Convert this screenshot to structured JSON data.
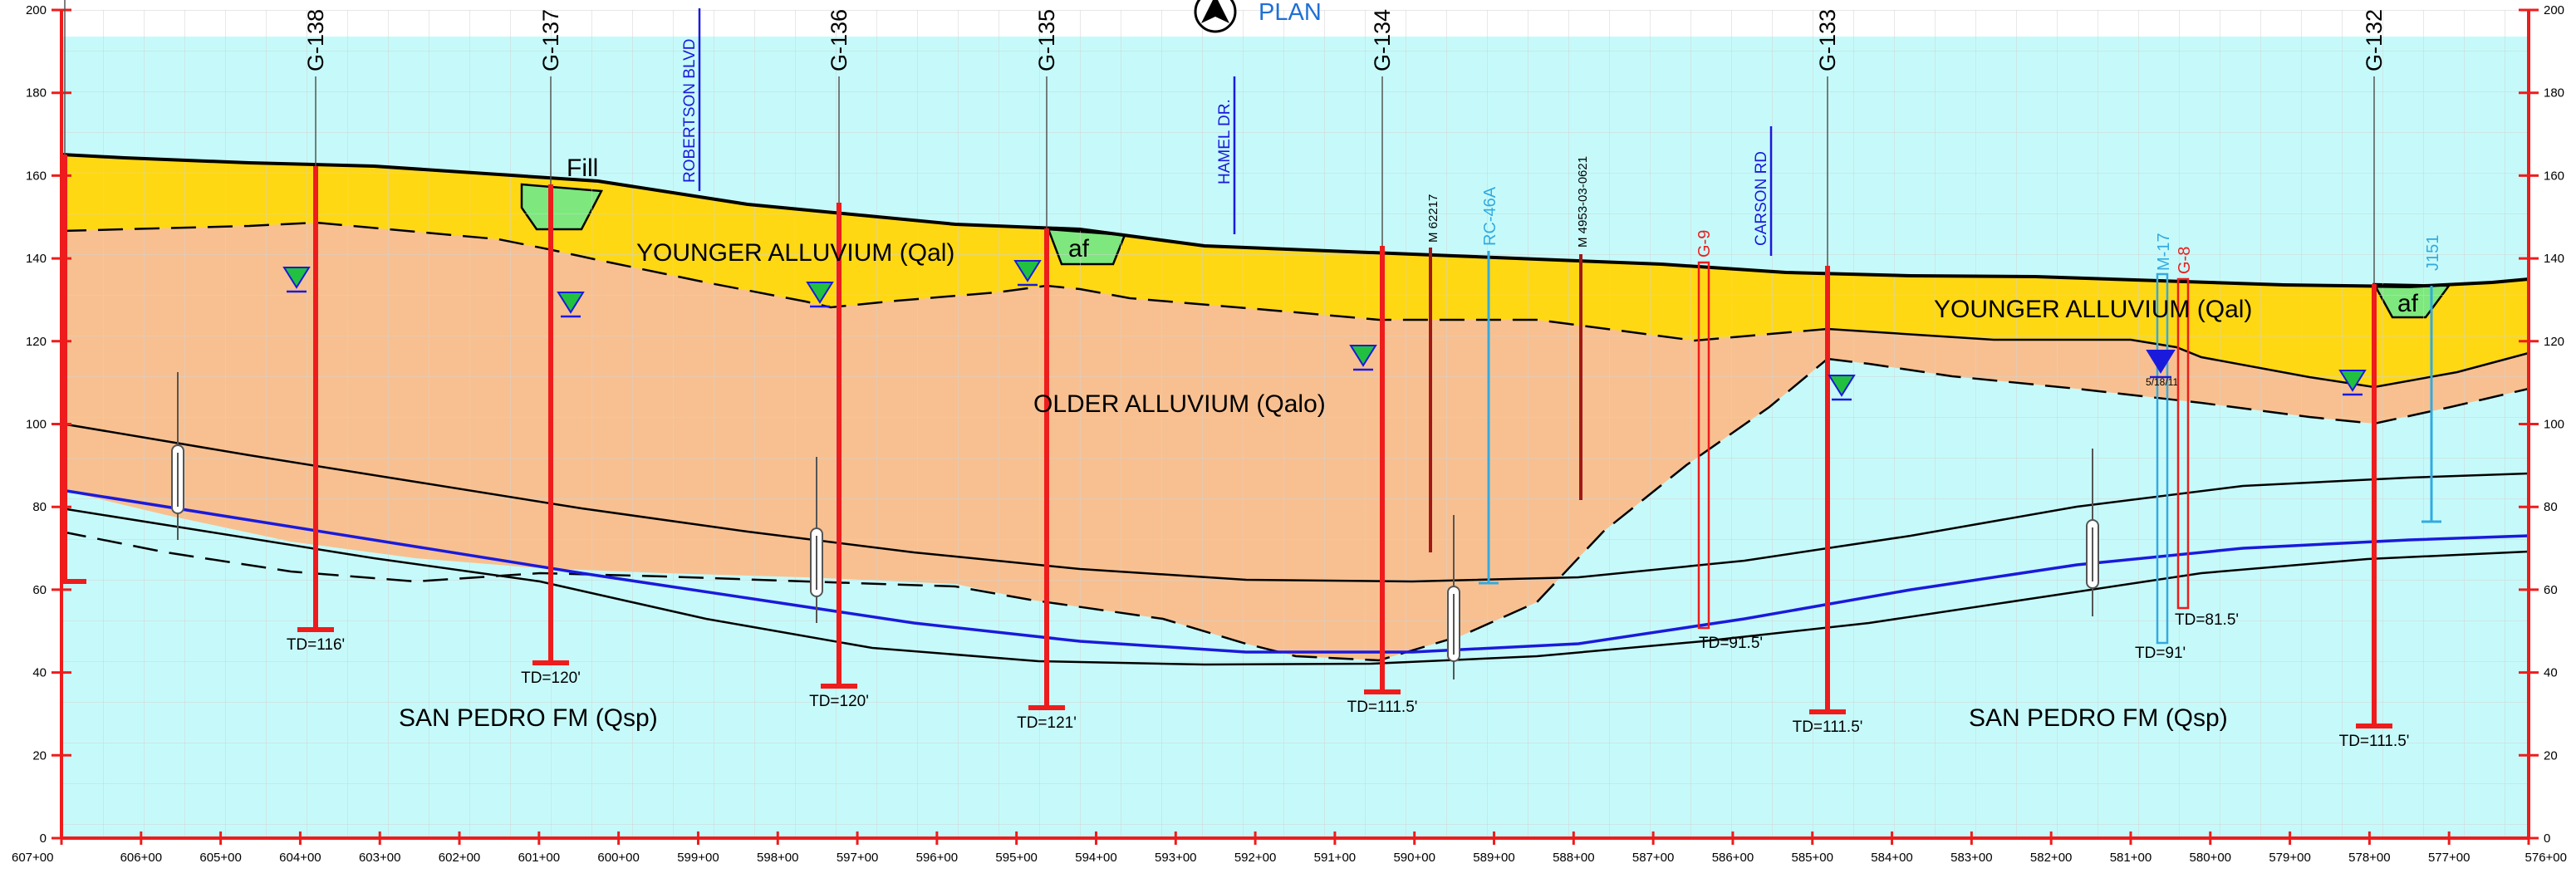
{
  "plan": {
    "label": "PLAN"
  },
  "elevation_ticks": [
    "0",
    "20",
    "40",
    "60",
    "80",
    "100",
    "120",
    "140",
    "160",
    "180",
    "200"
  ],
  "station_ticks": [
    "607+00",
    "606+00",
    "605+00",
    "604+00",
    "603+00",
    "602+00",
    "601+00",
    "600+00",
    "599+00",
    "598+00",
    "597+00",
    "596+00",
    "595+00",
    "594+00",
    "593+00",
    "592+00",
    "591+00",
    "590+00",
    "589+00",
    "588+00",
    "587+00",
    "586+00",
    "585+00",
    "584+00",
    "583+00",
    "582+00",
    "581+00",
    "580+00",
    "579+00",
    "578+00",
    "577+00",
    "576+00"
  ],
  "units": {
    "fill": "Fill",
    "younger_left": "YOUNGER ALLUVIUM (Qal)",
    "younger_right": "YOUNGER ALLUVIUM (Qal)",
    "older": "OLDER ALLUVIUM (Qalo)",
    "af_1": "af",
    "af_2": "af",
    "san_pedro_left": "SAN PEDRO FM (Qsp)",
    "san_pedro_right": "SAN PEDRO FM (Qsp)"
  },
  "boreholes": [
    {
      "label": "G-138",
      "td": "TD=116'"
    },
    {
      "label": "G-137",
      "td": "TD=120'"
    },
    {
      "label": "G-136",
      "td": "TD=120'"
    },
    {
      "label": "G-135",
      "td": "TD=121'"
    },
    {
      "label": "G-134",
      "td": "TD=111.5'"
    },
    {
      "label": "G-133",
      "td": "TD=111.5'"
    },
    {
      "label": "G-132",
      "td": "TD=111.5'"
    }
  ],
  "streets": {
    "robertson": "ROBERTSON BLVD",
    "hamel": "HAMEL DR.",
    "carson": "CARSON RD"
  },
  "wells": {
    "m62217": "M 62217",
    "m4953": "M 4953-03-0621",
    "rc46a": "RC-46A",
    "g9": "G-9",
    "g9_td": "TD=91.5'",
    "m17": "M-17",
    "m17_td": "TD=91'",
    "m17_date": "5/18/11",
    "g8": "G-8",
    "g8_td": "TD=81.5'",
    "j151": "J151"
  },
  "colors": {
    "younger_alluvium": "#ffd814",
    "older_alluvium": "#f8c090",
    "san_pedro": "#c6fafa",
    "artificial_fill": "#7ee87e",
    "borehole": "#ee1c1c",
    "monitoring_well": "#33aae0",
    "groundwater_line": "#1a1adc",
    "street_label": "#1a1adc"
  }
}
